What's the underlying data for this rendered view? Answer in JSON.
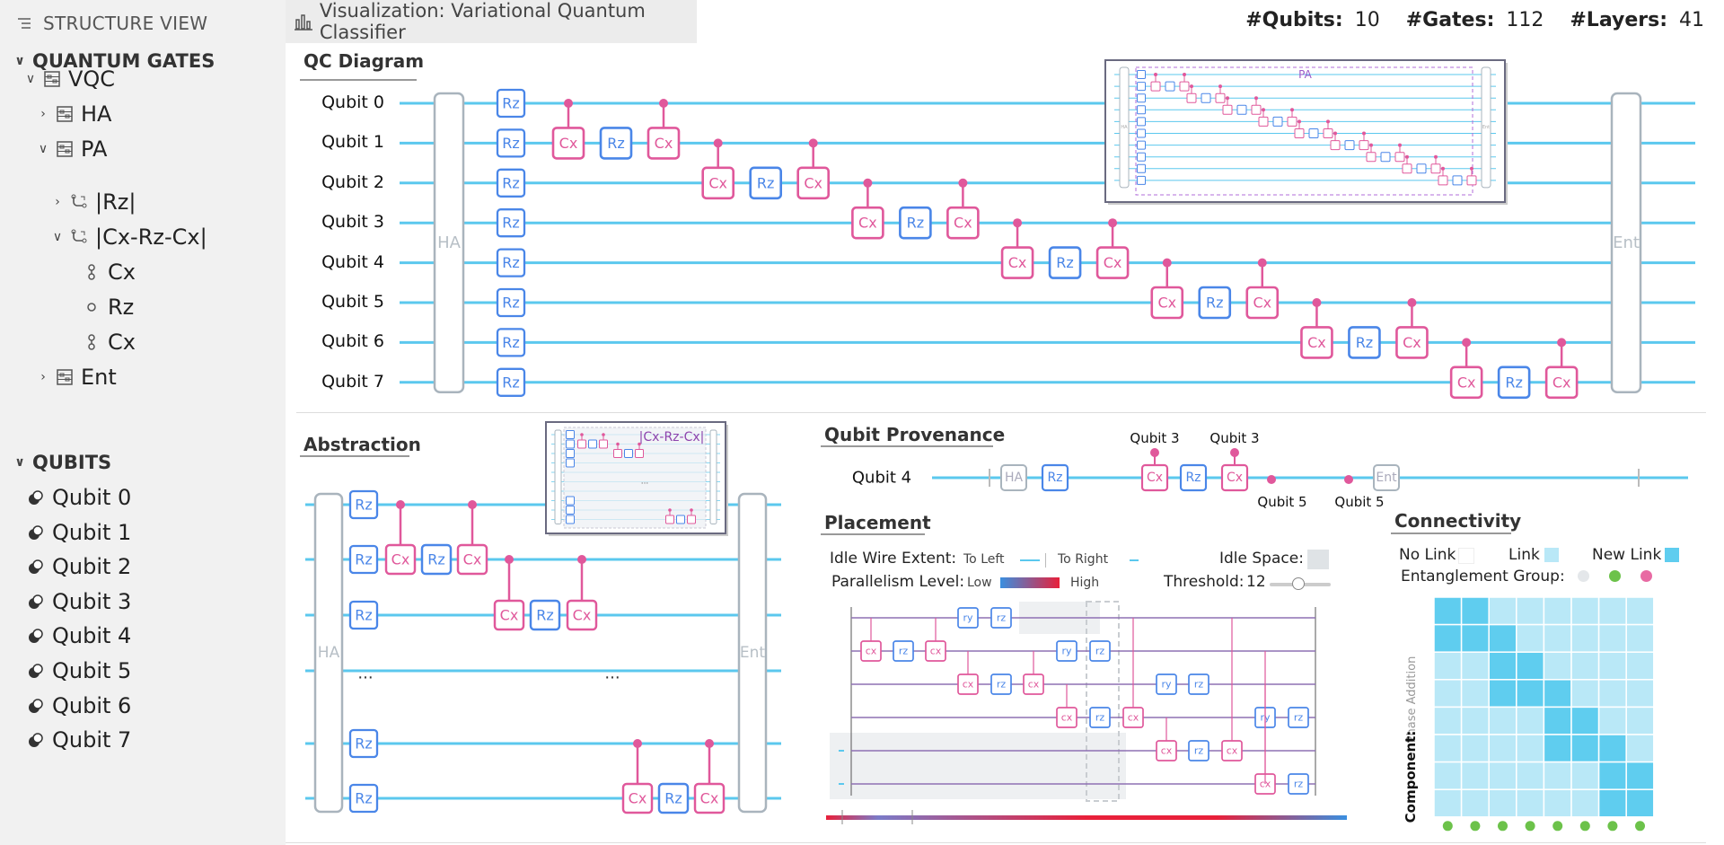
{
  "sidebar": {
    "header": "STRUCTURE VIEW",
    "gates_section": "QUANTUM GATES",
    "tree": [
      {
        "label": "VQC",
        "icon": "circuit-icon",
        "depth": 1,
        "arrow": "open"
      },
      {
        "label": "HA",
        "icon": "circuit-icon",
        "depth": 2,
        "arrow": "closed"
      },
      {
        "label": "PA",
        "icon": "circuit-icon",
        "depth": 2,
        "arrow": "open"
      },
      {
        "label": "|Rz|",
        "icon": "repeat-icon",
        "depth": 3,
        "arrow": "closed"
      },
      {
        "label": "|Cx-Rz-Cx|",
        "icon": "repeat-icon",
        "depth": 3,
        "arrow": "open"
      },
      {
        "label": "Cx",
        "icon": "cx-gate-icon",
        "depth": 4,
        "arrow": "none"
      },
      {
        "label": "Rz",
        "icon": "single-gate-icon",
        "depth": 4,
        "arrow": "none"
      },
      {
        "label": "Cx",
        "icon": "cx-gate-icon",
        "depth": 4,
        "arrow": "none"
      },
      {
        "label": "Ent",
        "icon": "circuit-icon",
        "depth": 2,
        "arrow": "closed"
      }
    ],
    "qubits_section": "QUBITS",
    "qubits": [
      "Qubit 0",
      "Qubit 1",
      "Qubit 2",
      "Qubit 3",
      "Qubit 4",
      "Qubit 5",
      "Qubit 6",
      "Qubit 7"
    ]
  },
  "topbar": {
    "tab_label": "Visualization: Variational Quantum Classifier",
    "qubits_label": "#Qubits:",
    "qubits_value": "10",
    "gates_label": "#Gates:",
    "gates_value": "112",
    "layers_label": "#Layers:",
    "layers_value": "41"
  },
  "colors": {
    "wire": "#5bc8ee",
    "rz": "#4a86e8",
    "cx": "#e0589b",
    "block": "#a9b4bd",
    "sidebar_bg": "#f1f1f1"
  },
  "qc_diagram": {
    "title": "QC Diagram",
    "qubit_labels": [
      "Qubit 0",
      "Qubit 1",
      "Qubit 2",
      "Qubit 3",
      "Qubit 4",
      "Qubit 5",
      "Qubit 6",
      "Qubit 7"
    ],
    "ha_label": "HA",
    "ent_label": "Ent",
    "rz_label": "Rz",
    "cx_label": "Cx",
    "minimap_label": "PA",
    "minimap_ha": "HA",
    "minimap_ent": "Ent"
  },
  "abstraction": {
    "title": "Abstraction",
    "ha_label": "HA",
    "ent_label": "Ent",
    "rz_label": "Rz",
    "cx_label": "Cx",
    "ellipsis": "...",
    "inset_label": "|Cx-Rz-Cx|",
    "inset_ellipsis": "..."
  },
  "provenance": {
    "title": "Qubit Provenance",
    "qubit_label": "Qubit 4",
    "gates": [
      "HA",
      "Rz",
      "Cx",
      "Rz",
      "Cx",
      "Ent"
    ],
    "annotations_above": [
      "Qubit 3",
      "Qubit 3"
    ],
    "annotations_below": [
      "Qubit 5",
      "Qubit 5"
    ]
  },
  "placement": {
    "title": "Placement",
    "idle_wire_label": "Idle Wire Extent:",
    "to_left": "To Left",
    "to_right": "To Right",
    "idle_space_label": "Idle Space:",
    "parallelism_label": "Parallelism Level:",
    "low": "Low",
    "high": "High",
    "threshold_label": "Threshold:",
    "threshold_value": "12",
    "threshold_slider_fraction": 0.45,
    "gate_cx": "cx",
    "gate_rz": "rz",
    "gate_ry": "ry"
  },
  "connectivity": {
    "title": "Connectivity",
    "no_link": "No Link",
    "link": "Link",
    "new_link": "New Link",
    "entanglement_group": "Entanglement Group:",
    "component_label": "Component:",
    "phase_label": "Phase Addition",
    "matrix_size": 8
  }
}
